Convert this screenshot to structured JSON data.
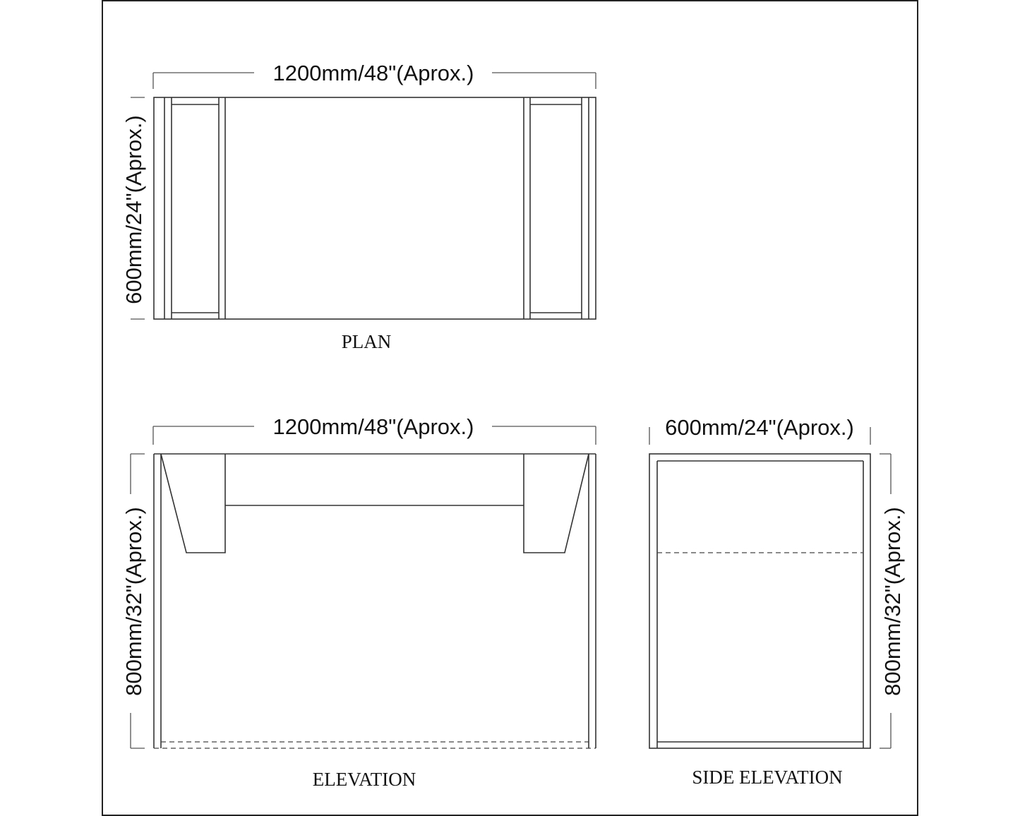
{
  "drawing": {
    "type": "furniture-technical-drawing",
    "units": "mm / inches",
    "views": {
      "plan": {
        "title": "PLAN",
        "width_label": "1200mm/48\"(Aprox.)",
        "depth_label": "600mm/24\"(Aprox.)",
        "width_mm": 1200,
        "depth_mm": 600
      },
      "elevation": {
        "title": "ELEVATION",
        "width_label": "1200mm/48\"(Aprox.)",
        "height_label": "800mm/32\"(Aprox.)",
        "width_mm": 1200,
        "height_mm": 800
      },
      "side_elevation": {
        "title": "SIDE ELEVATION",
        "width_label": "600mm/24\"(Aprox.)",
        "height_label": "800mm/32\"(Aprox.)",
        "depth_mm": 600,
        "height_mm": 800
      }
    },
    "colors": {
      "line": "#333333",
      "text": "#111111",
      "background": "#ffffff"
    }
  }
}
